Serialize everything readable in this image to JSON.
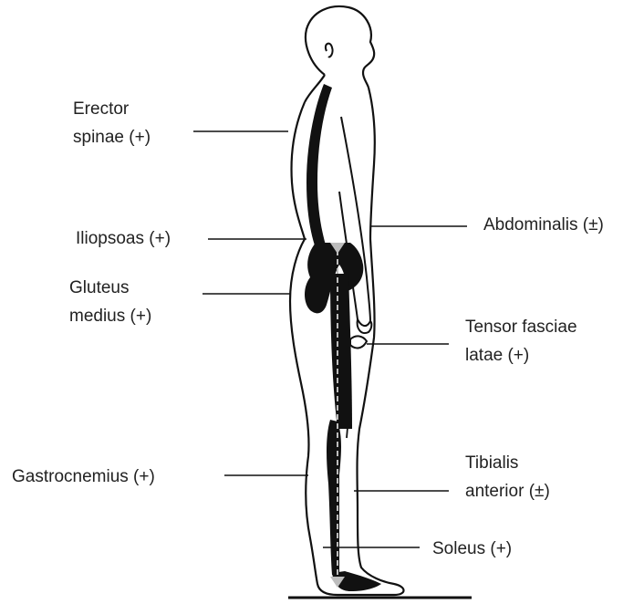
{
  "diagram": {
    "labels": {
      "erector_spinae": [
        "Erector",
        "spinae (+)"
      ],
      "iliopsoas": "Iliopsoas (+)",
      "gluteus_medius": [
        "Gluteus",
        "medius (+)"
      ],
      "gastrocnemius": "Gastrocnemius (+)",
      "abdominalis": "Abdominalis (±)",
      "tensor_fasciae_latae": [
        "Tensor fasciae",
        "latae (+)"
      ],
      "tibialis_anterior": [
        "Tibialis",
        "anterior (±)"
      ],
      "soleus": "Soleus (+)"
    },
    "colors": {
      "outline": "#111111",
      "muscle": "#111111",
      "gravity_line": "#bdbdbd",
      "text": "#222222"
    }
  }
}
